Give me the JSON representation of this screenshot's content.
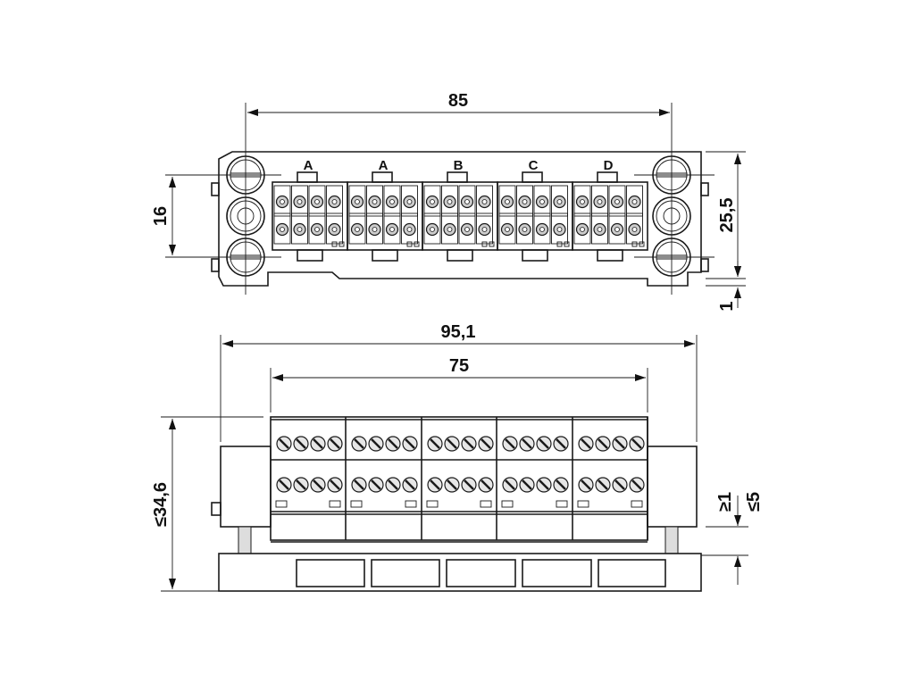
{
  "top_view": {
    "group_labels": [
      "A",
      "A",
      "B",
      "C",
      "D"
    ],
    "dimensions": {
      "width": "85",
      "pitch": "16",
      "height": "25,5",
      "offset": "1"
    }
  },
  "front_view": {
    "dimensions": {
      "overall_width": "95,1",
      "body_width": "75",
      "height": "≤34,6",
      "min_gap": "≥1",
      "max_gap": "≤5"
    }
  },
  "colors": {
    "line": "#1a1a1a",
    "fill": "#e6e6e6"
  }
}
